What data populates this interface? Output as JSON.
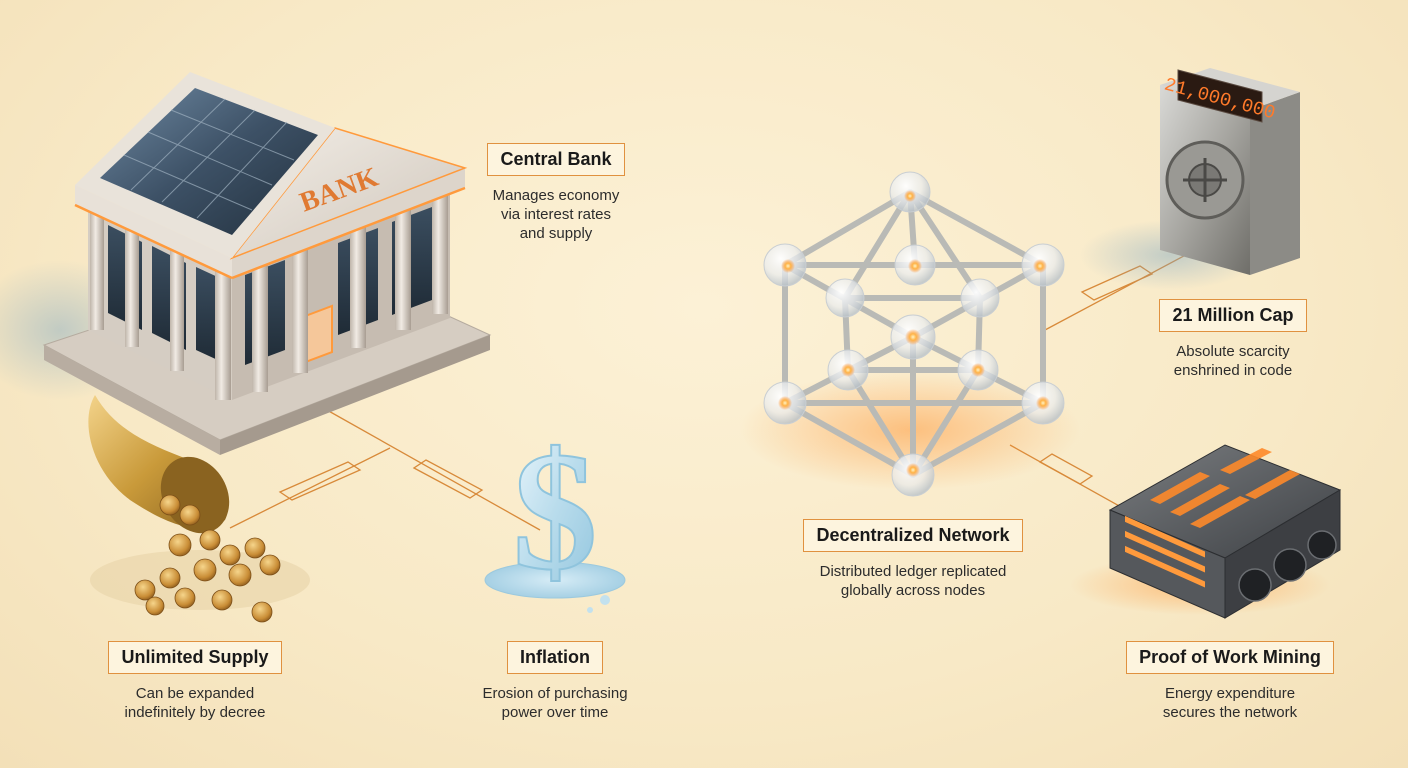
{
  "colors": {
    "accent": "#e0913f",
    "background": "#f8e9c6",
    "text": "#1a1a1a",
    "glow": "#ff9a3c"
  },
  "illustrations": {
    "bank_sign": "BANK",
    "vault_counter": "21,000,000"
  },
  "callouts": {
    "central_bank": {
      "title": "Central Bank",
      "desc": "Manages economy\nvia interest rates\nand supply"
    },
    "unlimited_supply": {
      "title": "Unlimited Supply",
      "desc": "Can be expanded\nindefinitely by decree"
    },
    "inflation": {
      "title": "Inflation",
      "desc": "Erosion of purchasing\npower over time"
    },
    "decentralized_network": {
      "title": "Decentralized Network",
      "desc": "Distributed ledger replicated\nglobally across nodes"
    },
    "million_cap": {
      "title": "21 Million Cap",
      "desc": "Absolute scarcity\nenshrined in code"
    },
    "proof_of_work": {
      "title": "Proof of Work Mining",
      "desc": "Energy expenditure\nsecures the network"
    }
  }
}
